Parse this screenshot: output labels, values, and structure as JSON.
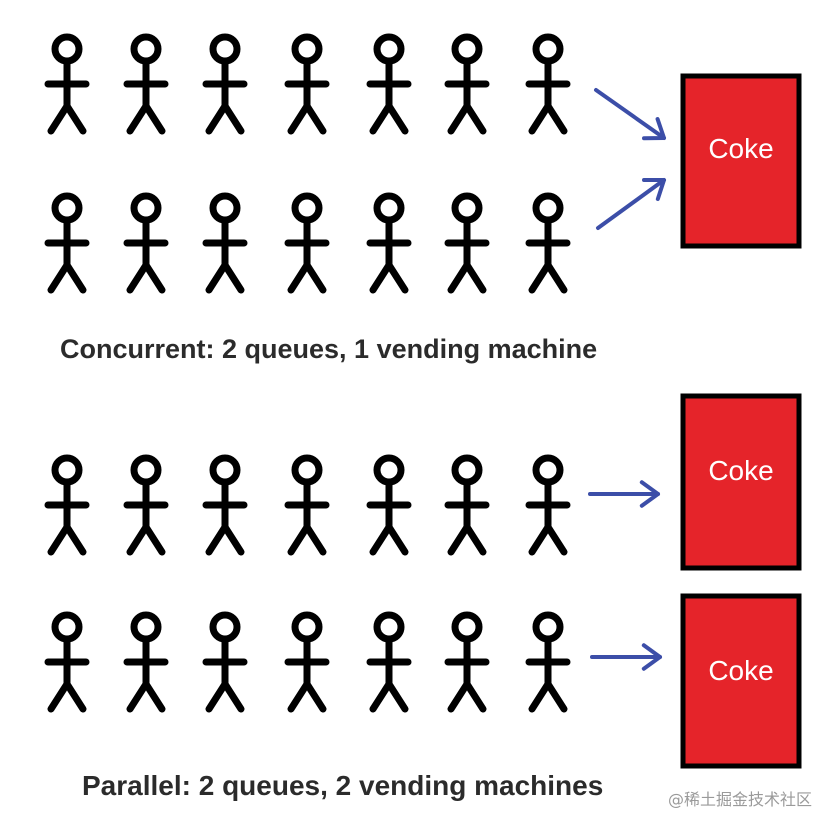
{
  "diagram": {
    "concurrent": {
      "caption": "Concurrent: 2 queues, 1 vending machine",
      "queues": 2,
      "people_per_queue": 7,
      "machines": [
        {
          "label": "Coke"
        }
      ]
    },
    "parallel": {
      "caption": "Parallel: 2 queues, 2 vending machines",
      "queues": 2,
      "people_per_queue": 7,
      "machines": [
        {
          "label": "Coke"
        },
        {
          "label": "Coke"
        }
      ]
    }
  },
  "colors": {
    "machine_fill": "#e5242a",
    "machine_border": "#000000",
    "arrow": "#3c4ea8",
    "person": "#000000",
    "machine_text": "#ffffff"
  },
  "icons": {
    "person": "stick-figure-icon",
    "arrow": "arrow-icon"
  },
  "watermark": "@稀土掘金技术社区"
}
